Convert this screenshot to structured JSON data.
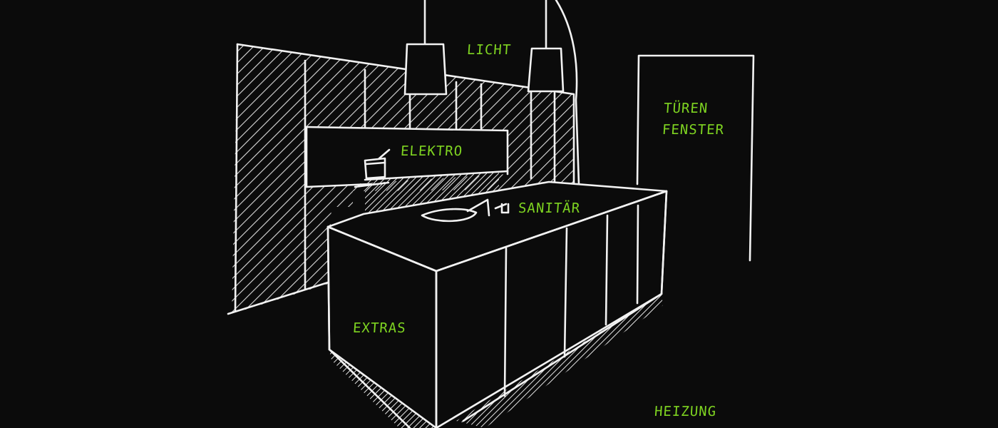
{
  "labels": {
    "licht": "LICHT",
    "tueren": "TÜREN",
    "fenster": "FENSTER",
    "elektro": "ELEKTRO",
    "sanitaer": "SANITÄR",
    "extras": "EXTRAS",
    "heizung": "HEIZUNG"
  },
  "colors": {
    "background": "#0b0b0b",
    "sketch_line": "#f2f2f2",
    "label": "#7ed321"
  }
}
